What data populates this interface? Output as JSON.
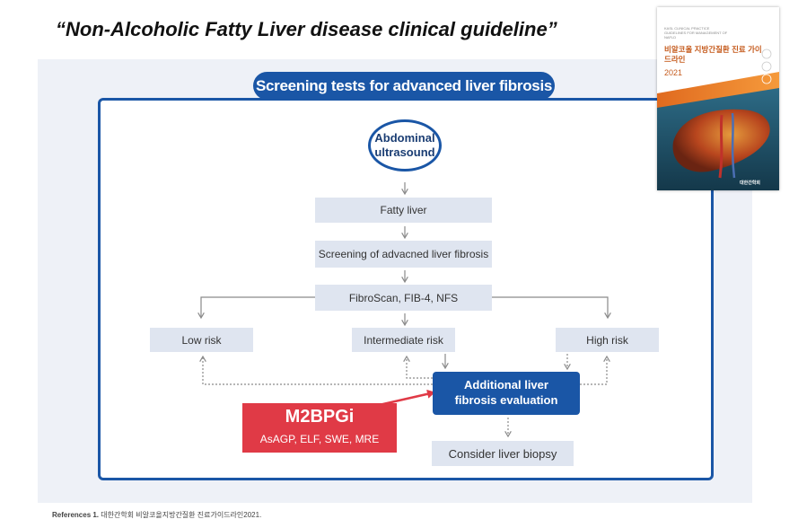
{
  "header": {
    "title": "“Non-Alcoholic Fatty Liver disease clinical guideline”"
  },
  "diagram": {
    "banner": "Screening tests for advanced liver fibrosis",
    "start": "Abdominal ultrasound",
    "fatty_liver": "Fatty liver",
    "screening": "Screening of advacned liver fibrosis",
    "tests": "FibroScan, FIB-4, NFS",
    "low_risk": "Low risk",
    "intermediate_risk": "Intermediate risk",
    "high_risk": "High risk",
    "additional_line1": "Additional liver",
    "additional_line2": "fibrosis evaluation",
    "m2bpgi_title": "M2BPGi",
    "m2bpgi_sub": "AsAGP, ELF, SWE, MRE",
    "biopsy": "Consider liver biopsy",
    "colors": {
      "primary_blue": "#1a56a6",
      "highlight_red": "#e03a46",
      "box_fill": "#dfe5f0",
      "panel_bg": "#eef1f7"
    }
  },
  "book_cover": {
    "subtitle": "KASL CLINICAL PRACTICE GUIDELINES FOR MANAGEMENT OF NAFLD",
    "title": "비알코올 지방간질환 진료 가이드라인",
    "year": "2021",
    "publisher": "대한간학회"
  },
  "references": {
    "label": "References 1.",
    "text": "대한간학회 비알코올지방간질환 진료가이드라인2021."
  }
}
